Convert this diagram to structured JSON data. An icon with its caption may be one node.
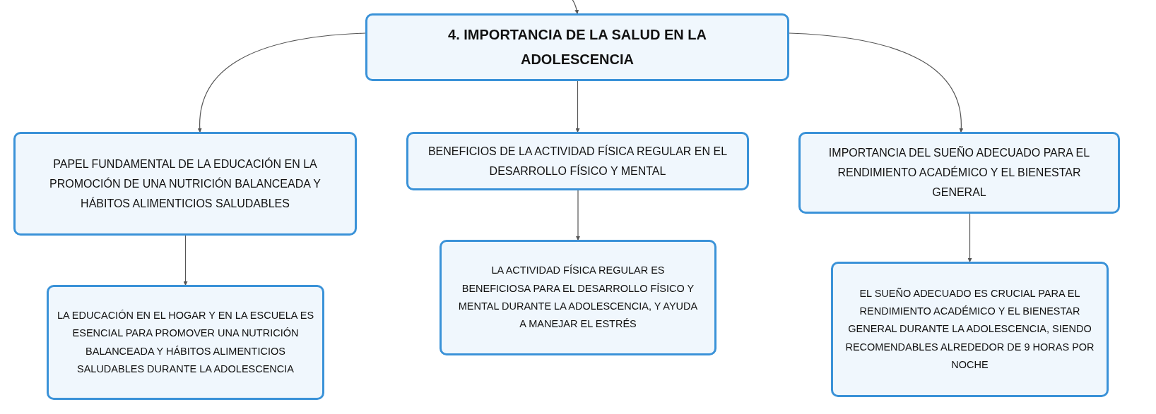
{
  "diagram": {
    "nodes": [
      {
        "text": [
          "4. IMPORTANCIA DE LA SALUD EN LA ADOLESCENCIA"
        ]
      },
      {
        "text": [
          "PAPEL FUNDAMENTAL DE LA EDUCACIÓN EN LA PROMOCIÓN DE UNA NUTRICIÓN BALANCEADA Y HÁBITOS ALIMENTICIOS SALUDABLES"
        ]
      },
      {
        "text": [
          "BENEFICIOS DE LA ACTIVIDAD FÍSICA REGULAR EN EL DESARROLLO FÍSICO Y MENTAL"
        ]
      },
      {
        "text": [
          "IMPORTANCIA DEL SUEÑO ADECUADO PARA EL RENDIMIENTO ACADÉMICO Y EL BIENESTAR GENERAL"
        ]
      },
      {
        "text": [
          "LA EDUCACIÓN EN EL HOGAR Y EN LA ESCUELA ES ESENCIAL PARA PROMOVER UNA NUTRICIÓN BALANCEADA Y HÁBITOS ALIMENTICIOS SALUDABLES DURANTE LA ADOLESCENCIA"
        ]
      },
      {
        "text": [
          "LA ACTIVIDAD FÍSICA REGULAR ES BENEFICIOSA PARA EL DESARROLLO FÍSICO Y MENTAL DURANTE LA ADOLESCENCIA, Y AYUDA A MANEJAR EL ESTRÉS"
        ]
      },
      {
        "text": [
          "EL SUEÑO ADECUADO ES CRUCIAL PARA EL RENDIMIENTO ACADÉMICO Y EL BIENESTAR GENERAL DURANTE LA ADOLESCENCIA, SIENDO RECOMENDABLES ALREDEDOR DE 9 HORAS POR NOCHE"
        ]
      }
    ],
    "edges": [
      {
        "from": null,
        "to": 0,
        "arrow": "to"
      },
      {
        "from": 0,
        "to": 1,
        "arrow": "to"
      },
      {
        "from": 0,
        "to": 2,
        "arrow": "to"
      },
      {
        "from": 0,
        "to": 3,
        "arrow": "to"
      },
      {
        "from": 1,
        "to": 4,
        "arrow": "to"
      },
      {
        "from": 2,
        "to": 5,
        "arrow": "to"
      },
      {
        "from": 3,
        "to": 6,
        "arrow": "to"
      }
    ]
  }
}
